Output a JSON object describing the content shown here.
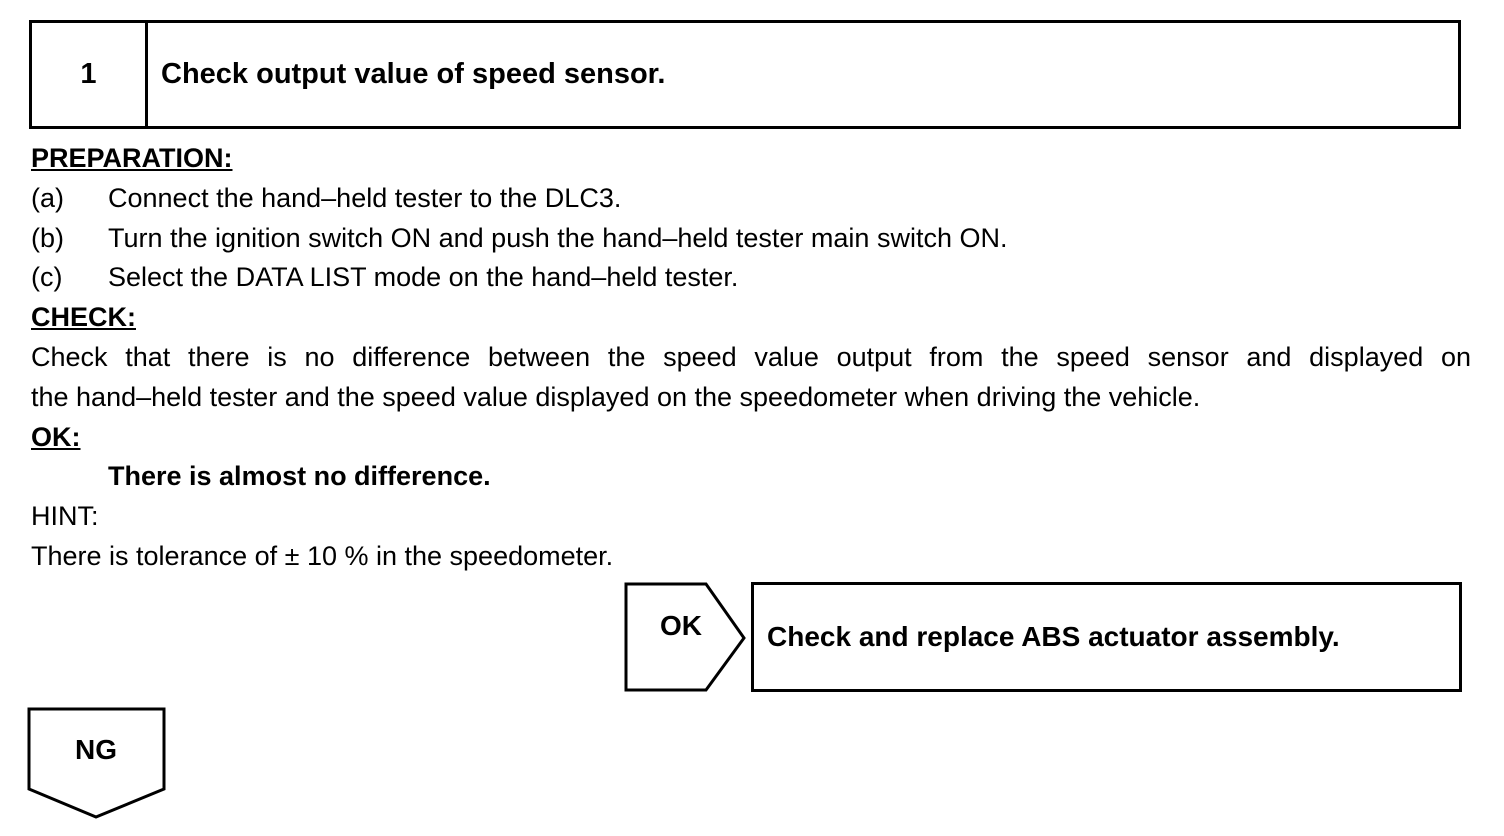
{
  "step": {
    "number": "1",
    "title": "Check output value of speed sensor."
  },
  "preparation": {
    "heading": "PREPARATION:",
    "items": [
      {
        "label": "(a)",
        "text": "Connect the hand–held tester to the DLC3."
      },
      {
        "label": "(b)",
        "text": "Turn the ignition switch ON and push the hand–held tester main switch ON."
      },
      {
        "label": "(c)",
        "text": "Select the DATA LIST mode on the hand–held tester."
      }
    ]
  },
  "check": {
    "heading": "CHECK:",
    "line1": "Check that there is no difference between the speed value output from the speed sensor and displayed on",
    "line2": "the hand–held tester and the speed value displayed on the speedometer when driving the vehicle."
  },
  "ok": {
    "heading": "OK:",
    "text": "There is almost no difference."
  },
  "hint": {
    "heading": "HINT:",
    "text": "There is tolerance of ± 10 % in the speedometer."
  },
  "flow": {
    "ok_label": "OK",
    "ok_result": "Check and replace ABS actuator assembly.",
    "ng_label": "NG"
  }
}
